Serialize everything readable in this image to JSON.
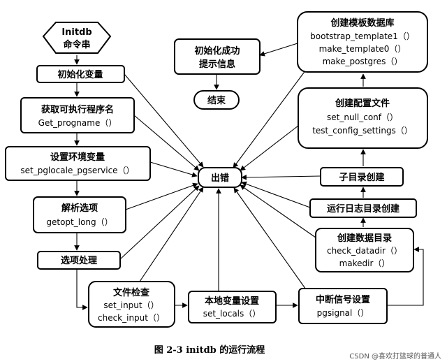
{
  "nodes": {
    "initdb": {
      "lines": [
        "Initdb",
        "命令串"
      ]
    },
    "init_vars": {
      "lines": [
        "初始化变量"
      ]
    },
    "get_progname": {
      "lines": [
        "获取可执行程序名",
        "Get_progname（）"
      ]
    },
    "set_env": {
      "lines": [
        "设置环境变量",
        "set_pglocale_pgservice（）"
      ]
    },
    "parse_opts": {
      "lines": [
        "解析选项",
        "getopt_long（）"
      ]
    },
    "opt_proc": {
      "lines": [
        "选项处理"
      ]
    },
    "file_check": {
      "lines": [
        "文件检查",
        "set_input（）",
        "check_input（）"
      ]
    },
    "locale_set": {
      "lines": [
        "本地变量设置",
        "set_locals（）"
      ]
    },
    "signal_set": {
      "lines": [
        "中断信号设置",
        "pgsignal（）"
      ]
    },
    "create_dir": {
      "lines": [
        "创建数据目录",
        "check_datadir（）",
        "makedir（）"
      ]
    },
    "log_dir": {
      "lines": [
        "运行日志目录创建"
      ]
    },
    "sub_dir": {
      "lines": [
        "子目录创建"
      ]
    },
    "create_conf": {
      "lines": [
        "创建配置文件",
        "set_null_conf（）",
        "test_config_settings（）"
      ]
    },
    "create_tpl": {
      "lines": [
        "创建模板数据库",
        "bootstrap_template1（）",
        "make_template0（）",
        "make_postgres（）"
      ]
    },
    "init_ok": {
      "lines": [
        "初始化成功",
        "提示信息"
      ]
    },
    "end": {
      "lines": [
        "结束"
      ]
    },
    "error": {
      "lines": [
        "出错"
      ]
    }
  },
  "caption": "图 2-3    initdb 的运行流程",
  "watermark": "CSDN @喜欢打篮球的普通人"
}
